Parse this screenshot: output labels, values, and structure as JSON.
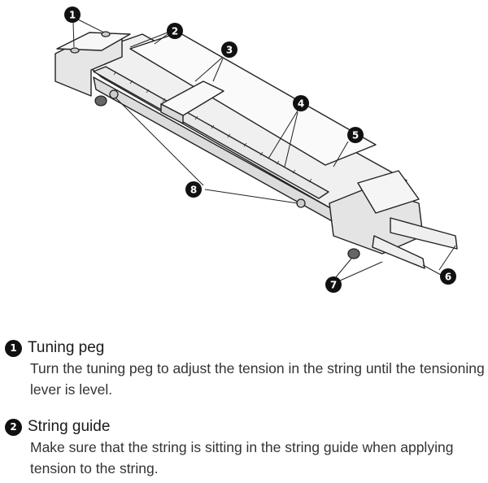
{
  "callouts": [
    {
      "num": "1"
    },
    {
      "num": "2"
    },
    {
      "num": "3"
    },
    {
      "num": "4"
    },
    {
      "num": "5"
    },
    {
      "num": "6"
    },
    {
      "num": "7"
    },
    {
      "num": "8"
    }
  ],
  "legend": [
    {
      "num": "1",
      "title": "Tuning peg",
      "description": "Turn the tuning peg to adjust the tension in the string until the tensioning lever is level."
    },
    {
      "num": "2",
      "title": "String guide",
      "description": "Make sure that the string is sitting in the string guide when applying tension to the string."
    }
  ],
  "colors": {
    "badge": "#111111",
    "line": "#222222",
    "body": "#f2f2f2"
  }
}
